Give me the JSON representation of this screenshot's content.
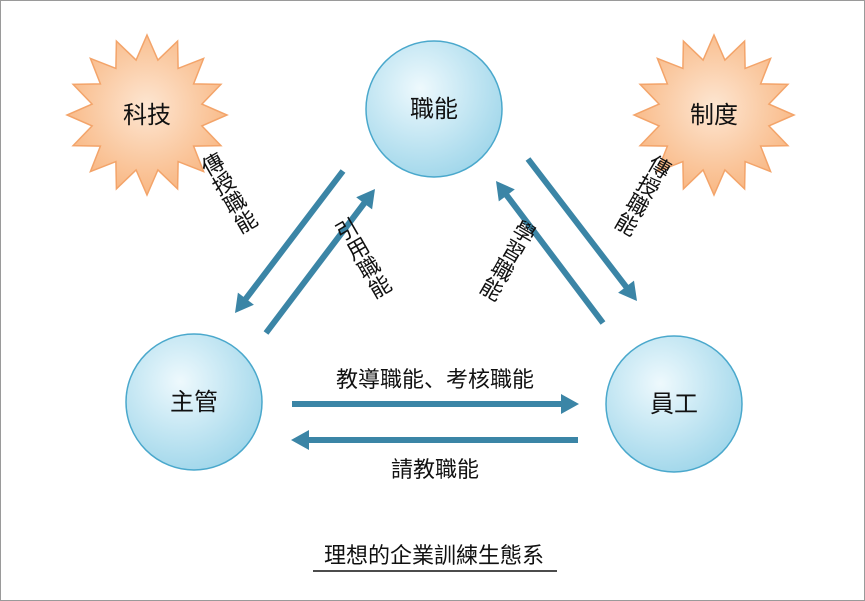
{
  "nodes": {
    "skill": "職能",
    "manager": "主管",
    "employee": "員工",
    "tech": "科技",
    "system": "制度"
  },
  "edges": {
    "teach_skill_left": "傳授職能",
    "cite_skill": "引用職能",
    "learn_skill": "學習職能",
    "teach_skill_right": "傳授職能",
    "coach_assess": "教導職能、考核職能",
    "ask_teach": "請教職能"
  },
  "caption": "理想的企業訓練生態系",
  "colors": {
    "circle_fill": "#a8dcee",
    "circle_stroke": "#4aa8cc",
    "arrow": "#3b85a6",
    "star_fill": "#fbbd8d",
    "star_stroke": "#f3a46a"
  }
}
